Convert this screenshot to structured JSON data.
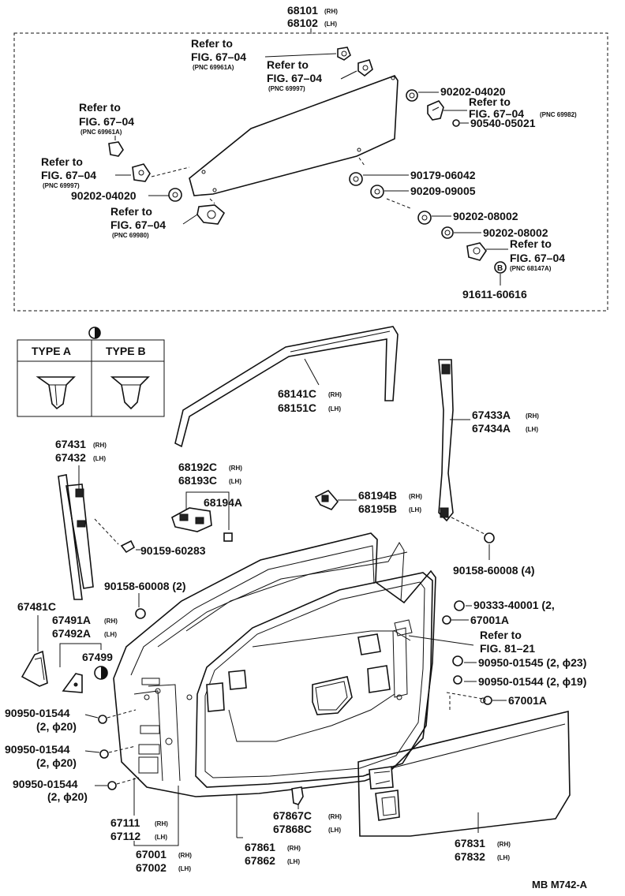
{
  "figure": {
    "code": "MB M742-A"
  },
  "glass_group": {
    "labels": [
      {
        "id": "g1",
        "line1": "68101",
        "rh1": "(RH)",
        "line2": "68102",
        "lh2": "(LH)"
      },
      {
        "id": "g2",
        "line1": "Refer to",
        "line2": "FIG. 67–04",
        "pnc": "(PNC 69961A)"
      },
      {
        "id": "g3",
        "line1": "Refer to",
        "line2": "FIG. 67–04",
        "pnc": "(PNC 69997)"
      },
      {
        "id": "g4",
        "text": "90202-04020"
      },
      {
        "id": "g5",
        "line1": "Refer to",
        "line2": "FIG. 67–04",
        "pnc": "(PNC 69982)"
      },
      {
        "id": "g6",
        "text": "90540-05021"
      },
      {
        "id": "g7",
        "line1": "Refer to",
        "line2": "FIG. 67–04",
        "pnc": "(PNC 69961A)"
      },
      {
        "id": "g8",
        "line1": "Refer to",
        "line2": "FIG. 67–04",
        "pnc": "(PNC 69997)"
      },
      {
        "id": "g9",
        "text": "90202-04020"
      },
      {
        "id": "g10",
        "text": "90179-06042"
      },
      {
        "id": "g11",
        "text": "90209-09005"
      },
      {
        "id": "g12",
        "line1": "Refer to",
        "line2": "FIG. 67–04",
        "pnc": "(PNC 69980)"
      },
      {
        "id": "g13",
        "text": "90202-08002"
      },
      {
        "id": "g14",
        "text": "90202-08002"
      },
      {
        "id": "g15",
        "line1": "Refer to",
        "line2": "FIG. 67–04",
        "pnc": "(PNC 68147A)"
      },
      {
        "id": "g16",
        "text": "91611-60616"
      }
    ]
  },
  "clip_types": {
    "header_a": "TYPE A",
    "header_b": "TYPE B"
  },
  "parts": [
    {
      "id": "p1",
      "line1": "68141C",
      "rh": "(RH)",
      "line2": "68151C",
      "lh": "(LH)"
    },
    {
      "id": "p2",
      "line1": "67433A",
      "rh": "(RH)",
      "line2": "67434A",
      "lh": "(LH)"
    },
    {
      "id": "p3",
      "line1": "67431",
      "rh": "(RH)",
      "line2": "67432",
      "lh": "(LH)"
    },
    {
      "id": "p4",
      "line1": "68192C",
      "rh": "(RH)",
      "line2": "68193C",
      "lh": "(LH)"
    },
    {
      "id": "p5",
      "text": "68194A"
    },
    {
      "id": "p6",
      "line1": "68194B",
      "rh": "(RH)",
      "line2": "68195B",
      "lh": "(LH)"
    },
    {
      "id": "p7",
      "text": "90159-60283"
    },
    {
      "id": "p8",
      "text": "90158-60008 (4)"
    },
    {
      "id": "p9",
      "text": "90158-60008 (2)"
    },
    {
      "id": "p10",
      "text": "90333-40001 (2,"
    },
    {
      "id": "p11",
      "text": "67001A"
    },
    {
      "id": "p12",
      "line1": "Refer to",
      "line2": "FIG. 81–21"
    },
    {
      "id": "p13",
      "text": "90950-01545 (2, ϕ23)"
    },
    {
      "id": "p14",
      "text": "90950-01544 (2, ϕ19)"
    },
    {
      "id": "p15",
      "text": "67001A"
    },
    {
      "id": "p16",
      "text": "67481C"
    },
    {
      "id": "p17",
      "line1": "67491A",
      "rh": "(RH)",
      "line2": "67492A",
      "lh": "(LH)"
    },
    {
      "id": "p18",
      "text": "67499"
    },
    {
      "id": "p19",
      "line1": "90950-01544",
      "line2": "(2, ϕ20)"
    },
    {
      "id": "p20",
      "line1": "90950-01544",
      "line2": "(2, ϕ20)"
    },
    {
      "id": "p21",
      "line1": "90950-01544",
      "line2": "(2, ϕ20)"
    },
    {
      "id": "p22",
      "line1": "67111",
      "rh": "(RH)",
      "line2": "67112",
      "lh": "(LH)"
    },
    {
      "id": "p23",
      "line1": "67001",
      "rh": "(RH)",
      "line2": "67002",
      "lh": "(LH)"
    },
    {
      "id": "p24",
      "line1": "67867C",
      "rh": "(RH)",
      "line2": "67868C",
      "lh": "(LH)"
    },
    {
      "id": "p25",
      "line1": "67861",
      "rh": "(RH)",
      "line2": "67862",
      "lh": "(LH)"
    },
    {
      "id": "p26",
      "line1": "67831",
      "rh": "(RH)",
      "line2": "67832",
      "lh": "(LH)"
    }
  ]
}
